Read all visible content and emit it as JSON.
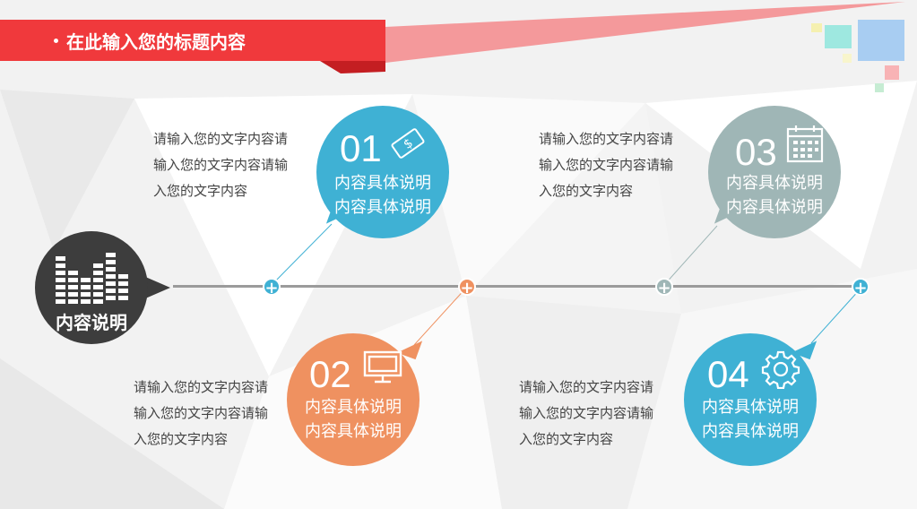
{
  "header": {
    "title": "在此输入您的标题内容"
  },
  "badge": {
    "label": "内容说明",
    "icon": "equalizer-icon"
  },
  "colors": {
    "red": "#f0393c",
    "blue": "#3fb1d4",
    "orange": "#ef9160",
    "gray": "#9fb6b6",
    "dark": "#3d3d3d"
  },
  "steps": [
    {
      "num": "01",
      "icon": "money-bill-icon",
      "desc1": "内容具体说明",
      "desc2": "内容具体说明",
      "text": [
        "请输入您的文字内容请",
        "输入您的文字内容请输",
        "入您的文字内容"
      ]
    },
    {
      "num": "02",
      "icon": "monitor-icon",
      "desc1": "内容具体说明",
      "desc2": "内容具体说明",
      "text": [
        "请输入您的文字内容请",
        "输入您的文字内容请输",
        "入您的文字内容"
      ]
    },
    {
      "num": "03",
      "icon": "calendar-icon",
      "desc1": "内容具体说明",
      "desc2": "内容具体说明",
      "text": [
        "请输入您的文字内容请",
        "输入您的文字内容请输",
        "入您的文字内容"
      ]
    },
    {
      "num": "04",
      "icon": "gear-icon",
      "desc1": "内容具体说明",
      "desc2": "内容具体说明",
      "text": [
        "请输入您的文字内容请",
        "输入您的文字内容请输",
        "入您的文字内容"
      ]
    }
  ]
}
